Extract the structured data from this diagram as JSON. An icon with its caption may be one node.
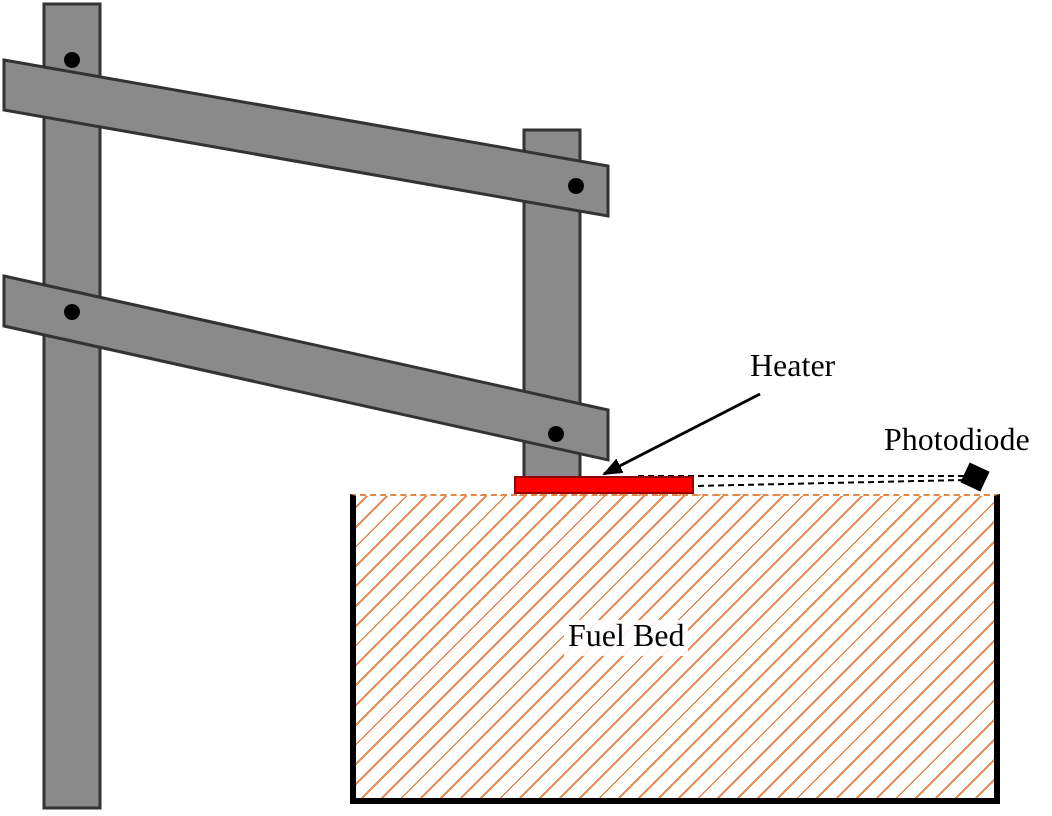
{
  "diagram": {
    "nodes": [
      {
        "text": [
          "Heater"
        ]
      },
      {
        "text": [],
        "shape": "bar"
      },
      {
        "text": [],
        "shape": "box",
        "beside": [
          "Photodiode"
        ]
      },
      {
        "text": [
          "Fuel Bed"
        ]
      }
    ],
    "edges": [
      {
        "from": 0,
        "to": 1,
        "arrow": "to"
      },
      {
        "from": 2,
        "to": 1,
        "arrow": "none",
        "style": "dashed"
      },
      {
        "from": 2,
        "to": 1,
        "arrow": "none",
        "style": "dashed"
      }
    ]
  }
}
